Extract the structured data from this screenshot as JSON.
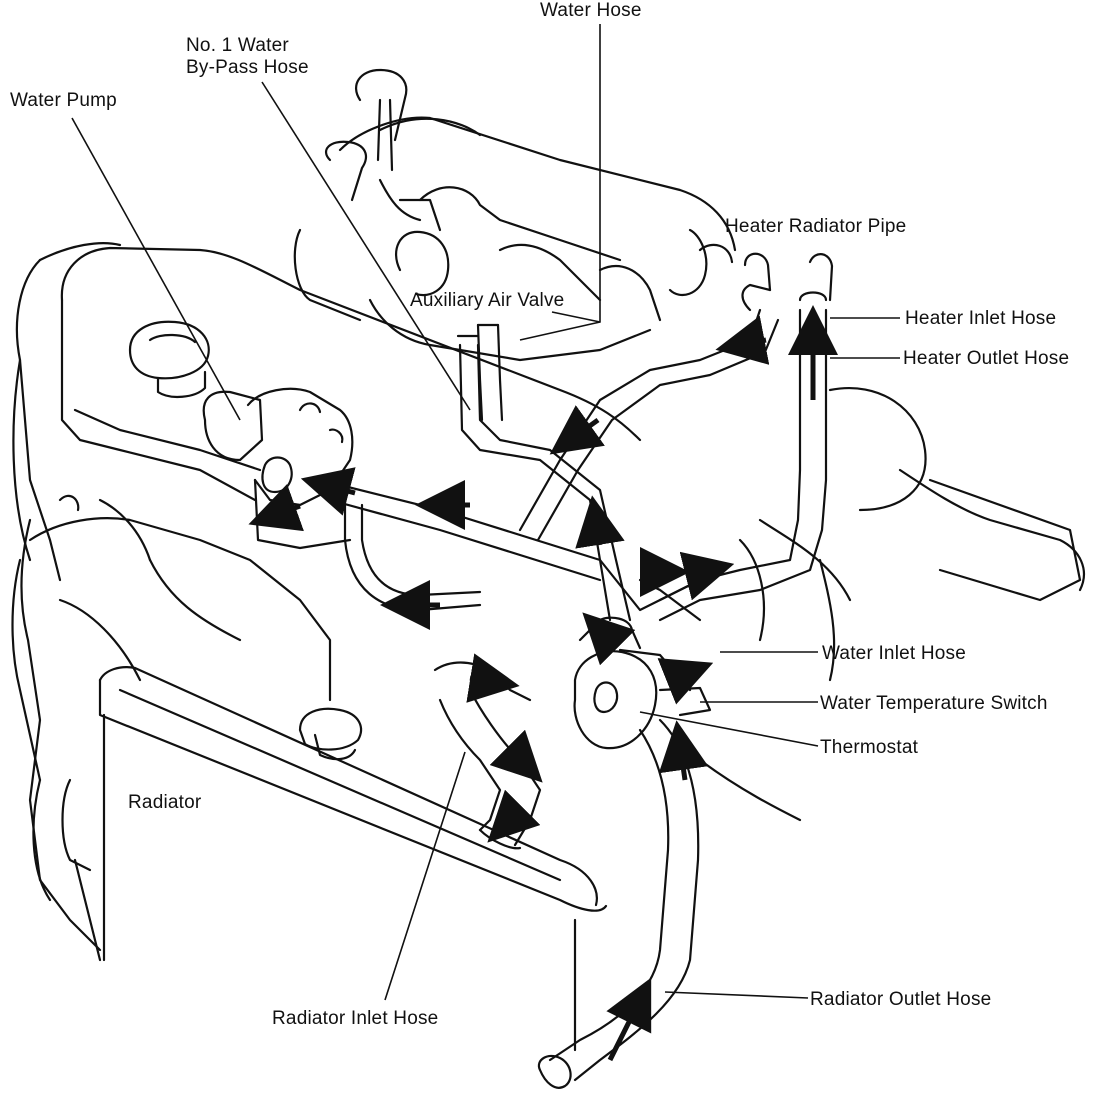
{
  "labels": {
    "water_hose": "Water Hose",
    "no1_water_bypass_line1": "No. 1 Water",
    "no1_water_bypass_line2": "By-Pass Hose",
    "water_pump": "Water Pump",
    "heater_radiator_pipe": "Heater Radiator Pipe",
    "auxiliary_air_valve": "Auxiliary Air Valve",
    "heater_inlet_hose": "Heater Inlet Hose",
    "heater_outlet_hose": "Heater Outlet Hose",
    "water_inlet_hose": "Water Inlet Hose",
    "water_temperature_switch": "Water Temperature Switch",
    "thermostat": "Thermostat",
    "radiator": "Radiator",
    "radiator_inlet_hose": "Radiator Inlet Hose",
    "radiator_outlet_hose": "Radiator Outlet Hose"
  },
  "colors": {
    "ink": "#111111",
    "background": "#ffffff"
  }
}
